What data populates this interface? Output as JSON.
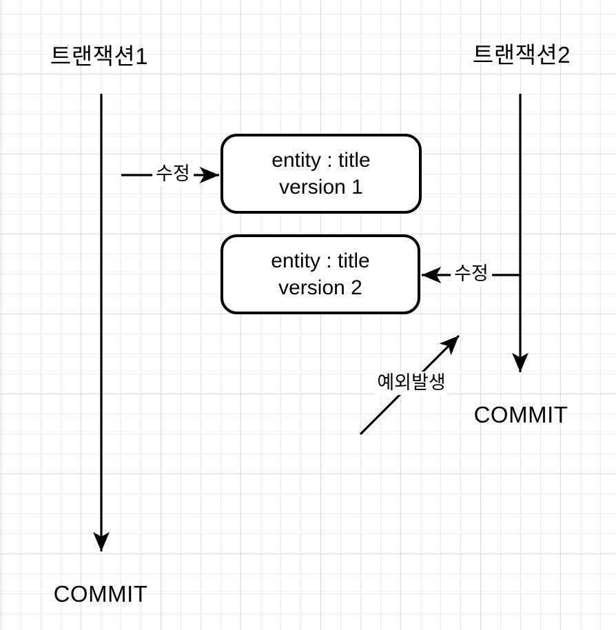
{
  "transaction1": {
    "title": "트랜잭션1",
    "commit_label": "COMMIT"
  },
  "transaction2": {
    "title": "트랜잭션2",
    "commit_label": "COMMIT"
  },
  "entity_boxes": [
    {
      "line1": "entity : title",
      "line2": "version 1"
    },
    {
      "line1": "entity : title",
      "line2": "version 2"
    }
  ],
  "arrow_labels": {
    "modify_from_tx1": "수정",
    "modify_from_tx2": "수정",
    "exception": "예외발생"
  },
  "colors": {
    "stroke": "#000000",
    "background": "#ffffff",
    "grid_minor": "#ececec",
    "grid_major": "#dadada"
  }
}
